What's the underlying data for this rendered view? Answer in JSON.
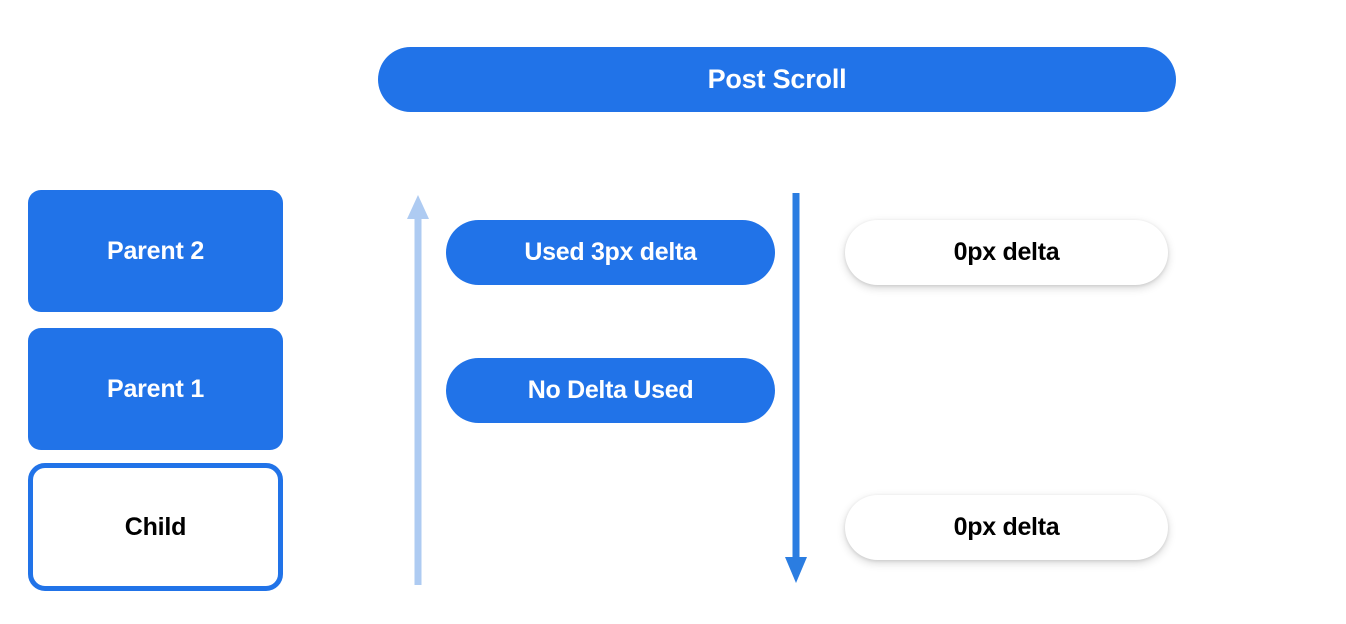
{
  "header": {
    "title": "Post Scroll"
  },
  "colors": {
    "blue": "#2173e8",
    "light_blue": "#aecbf2",
    "white": "#ffffff",
    "black": "#000000",
    "background": "#ffffff"
  },
  "left_column": {
    "boxes": [
      {
        "label": "Parent 2",
        "style": "filled"
      },
      {
        "label": "Parent 1",
        "style": "filled"
      },
      {
        "label": "Child",
        "style": "outlined"
      }
    ]
  },
  "middle_column": {
    "arrow": {
      "name": "scroll-up-arrow",
      "direction": "up",
      "color": "#aecbf2"
    },
    "pills": [
      {
        "label": "Used 3px delta"
      },
      {
        "label": "No Delta Used"
      }
    ]
  },
  "right_column": {
    "arrow": {
      "name": "scroll-down-arrow",
      "direction": "down",
      "color": "#2173e8"
    },
    "pills": [
      {
        "label": "0px delta"
      },
      {
        "label": "0px delta"
      }
    ]
  }
}
